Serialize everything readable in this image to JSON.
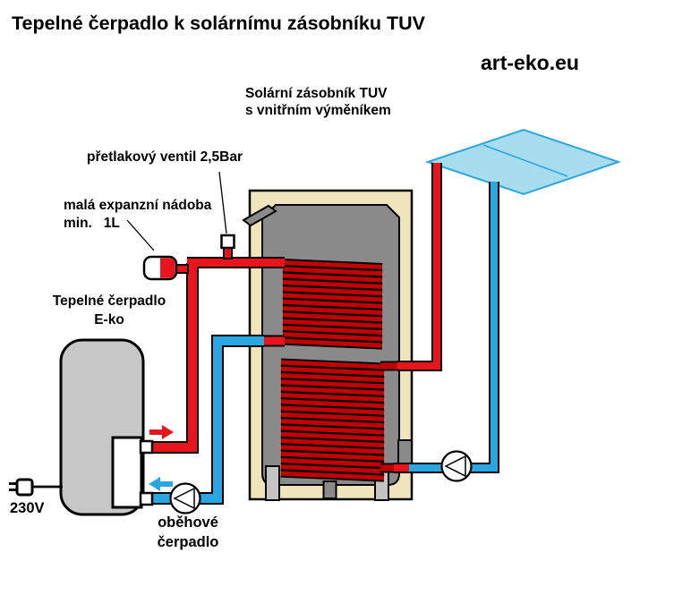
{
  "title": "Tepelné čerpadlo k solárnímu zásobníku TUV",
  "brand": "art-eko.eu",
  "labels": {
    "tank_line1": "Solární zásobník TUV",
    "tank_line2": "s vnitřním výměníkem",
    "relief_valve": "přetlakový ventil 2,5Bar",
    "expansion_line1": "malá expanzní nádoba",
    "expansion_line2": "min.   1L",
    "heatpump_line1": "Tepelné čerpadlo",
    "heatpump_line2": "E-ko",
    "power": "230V",
    "pump_line1": "oběhové",
    "pump_line2": "čerpadlo"
  },
  "colors": {
    "pipe_hot_red": "#e8151c",
    "pipe_cold_blue": "#2aa7e0",
    "coil_dark_red": "#c10000",
    "tank_casing_beige": "#efe4ba",
    "tank_gray": "#8a8a8a",
    "heatpump_gray": "#c7c7c7",
    "leg_gray": "#c4c4c4",
    "panel_fill": "#a8ddf0",
    "panel_stroke": "#2aa7df",
    "outline_black": "#000000"
  }
}
